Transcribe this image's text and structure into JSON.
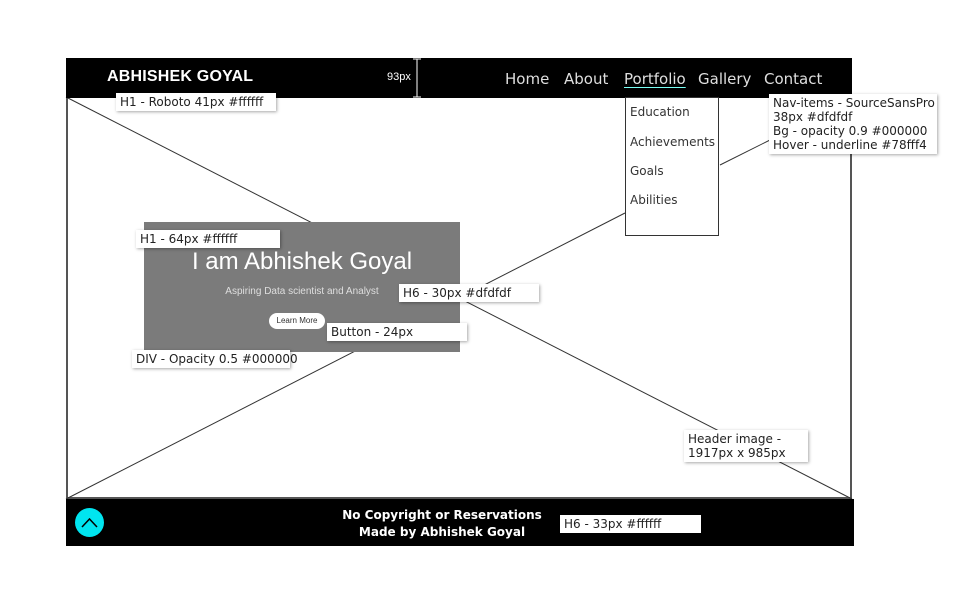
{
  "brand": "ABHISHEK GOYAL",
  "height_note": "93px",
  "nav": {
    "items": [
      "Home",
      "About",
      "Portfolio",
      "Gallery",
      "Contact"
    ],
    "active": "Portfolio"
  },
  "dropdown": {
    "items": [
      "Education",
      "Achievements",
      "Goals",
      "Abilities"
    ]
  },
  "hero": {
    "title": "I am Abhishek Goyal",
    "subtitle": "Aspiring Data scientist and Analyst",
    "button_label": "Learn More"
  },
  "annotations": {
    "brand_spec": "H1 - Roboto 41px #ffffff",
    "hero_title_spec": "H1 - 64px #ffffff",
    "hero_sub_spec": "H6 - 30px #dfdfdf",
    "button_spec": "Button - 24px",
    "div_spec": "DIV - Opacity 0.5 #000000",
    "nav_spec_line1": "Nav-items - SourceSansPro",
    "nav_spec_line2": "38px #dfdfdf",
    "nav_spec_line3": "Bg - opacity 0.9 #000000",
    "nav_spec_line4": "Hover - underline #78fff4",
    "header_image_line1": "Header image -",
    "header_image_line2": "1917px x 985px",
    "footer_spec": "H6 - 33px #ffffff"
  },
  "footer": {
    "line1": "No Copyright or Reservations",
    "line2": "Made by Abhishek Goyal"
  },
  "colors": {
    "accent": "#78fff4",
    "up_button": "#00e5f0",
    "nav_bg": "#000000",
    "hero_bg": "#7b7b7b"
  }
}
